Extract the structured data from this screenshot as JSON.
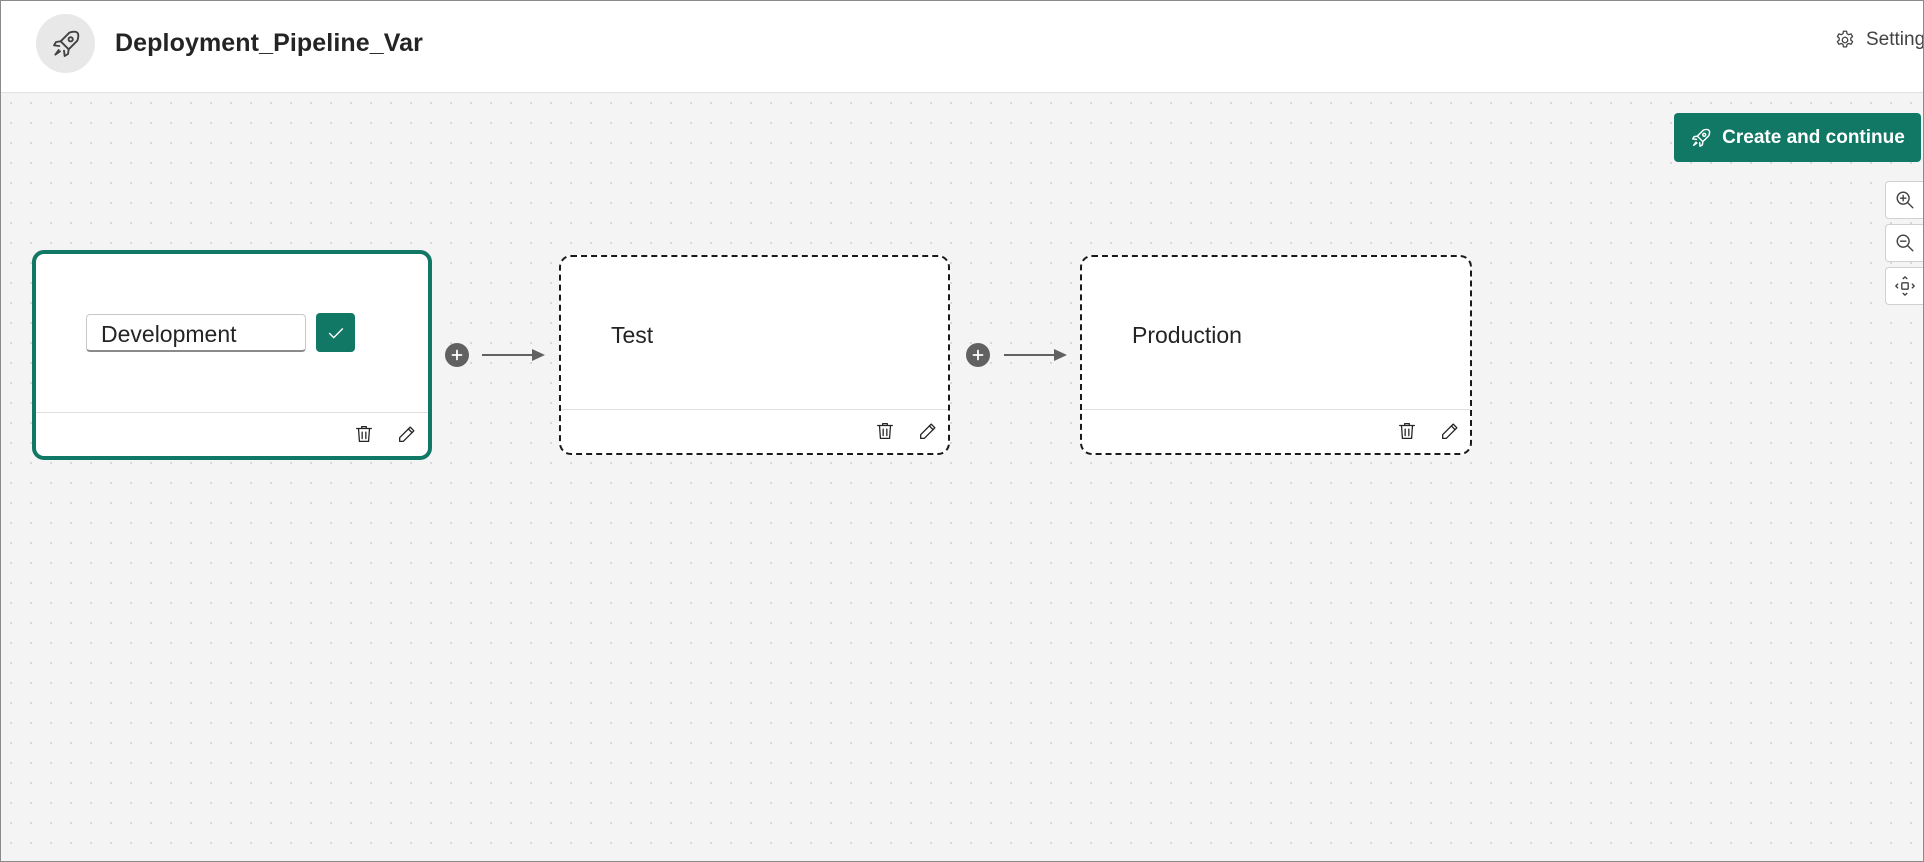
{
  "header": {
    "title": "Deployment_Pipeline_Var",
    "settings_label": "Settings"
  },
  "toolbar": {
    "create_label": "Create and continue"
  },
  "stages": [
    {
      "name": "Development",
      "state": "editing"
    },
    {
      "name": "Test",
      "state": "default"
    },
    {
      "name": "Production",
      "state": "default"
    }
  ],
  "icons": {
    "logo": "rocket-icon",
    "settings": "gear-icon",
    "create": "rocket-icon",
    "zoom_in": "zoom-in-icon",
    "zoom_out": "zoom-out-icon",
    "fit": "fit-to-screen-icon",
    "delete": "trash-icon",
    "edit": "pencil-icon",
    "confirm": "checkmark-icon",
    "add": "plus-circle-icon"
  },
  "colors": {
    "accent": "#117865",
    "connector": "#616161"
  }
}
